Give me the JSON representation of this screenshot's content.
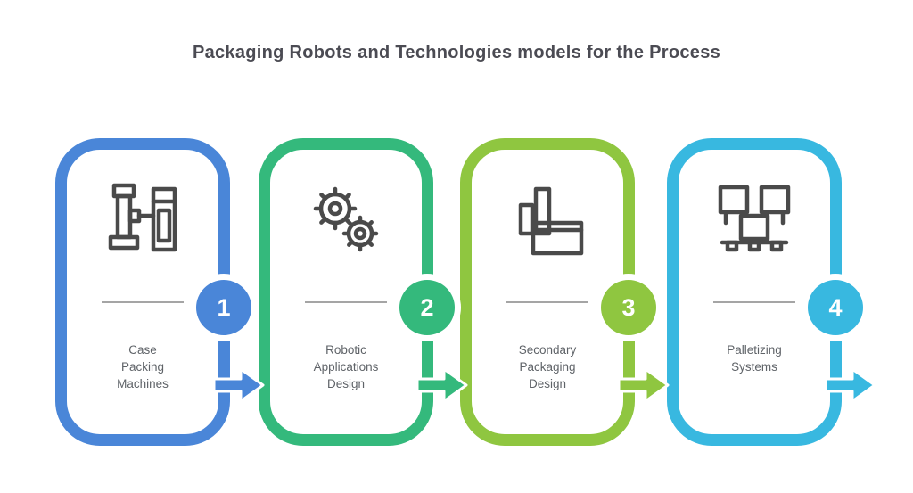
{
  "title": "Packaging Robots and Technologies models for the Process",
  "colors": {
    "background": "#ffffff",
    "title": "#4b4b53",
    "icon": "#4a4a4a",
    "label": "#5f6368",
    "divider": "#a5a5a5",
    "number": "#ffffff",
    "step1": "#4a86d8",
    "step2": "#34b97c",
    "step3": "#8fc640",
    "step4": "#38b8e0"
  },
  "steps": [
    {
      "number": "1",
      "color": "#4a86d8",
      "icon": "packaging-machines-icon",
      "label_lines": [
        "Case",
        "Packing",
        "Machines"
      ]
    },
    {
      "number": "2",
      "color": "#34b97c",
      "icon": "gears-icon",
      "label_lines": [
        "Robotic",
        "Applications",
        "Design"
      ]
    },
    {
      "number": "3",
      "color": "#8fc640",
      "icon": "packed-box-icon",
      "label_lines": [
        "Secondary",
        "Packaging",
        "Design"
      ]
    },
    {
      "number": "4",
      "color": "#38b8e0",
      "icon": "palletizing-icon",
      "label_lines": [
        "Palletizing",
        "Systems"
      ]
    }
  ]
}
